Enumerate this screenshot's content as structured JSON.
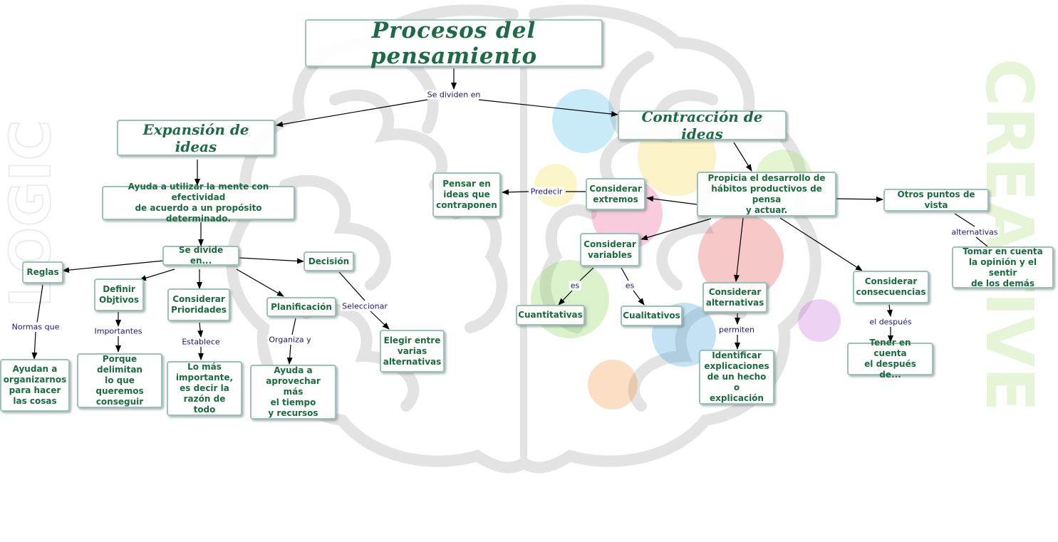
{
  "title": "Procesos del pensamiento",
  "link_labels": {
    "se_dividen_en": "Se dividen en",
    "normas_que": "Normas que",
    "importantes": "Importantes",
    "establece": "Establece",
    "organiza_y": "Organiza y",
    "seleccionar": "Seleccionar",
    "predecir": "Predecir",
    "es_left": "es",
    "es_right": "es",
    "permiten": "permiten",
    "el_despues": "el después",
    "alternativas": "alternativas"
  },
  "expansion": {
    "title": "Expansión de ideas",
    "ayuda": "Ayuda a utilizar la mente con efectividad\nde acuerdo a un propósito determinado.",
    "se_divide": "Se divide en...",
    "reglas": "Reglas",
    "reglas_detail": "Ayudan a\norganizarnos\npara hacer\nlas cosas",
    "definir": "Definir\nObjtivos",
    "definir_detail": "Porque\ndelimitan\nlo que queremos\nconseguir",
    "prioridades": "Considerar\nPrioridades",
    "prioridades_detail": "Lo más\nimportante,\nes decir la\nrazón de todo",
    "planificacion": "Planificación",
    "planificacion_detail": "Ayuda a\naprovechar más\nel tiempo\ny recursos",
    "decision": "Decisión",
    "decision_detail": "Elegir entre\nvarias\nalternativas"
  },
  "contraccion": {
    "title": "Contracción de ideas",
    "propicia": "Propicia el desarrollo de\nhábitos productivos de pensa\ny actuar.",
    "extremos": "Considerar\nextremos",
    "pensar": "Pensar en\nideas que\ncontraponen",
    "variables": "Considerar\nvariables",
    "cuantitativas": "Cuantitativas",
    "cualitativos": "Cualitativos",
    "alternativas": "Considerar\nalternativas",
    "identificar": "Identificar\nexplicaciones\nde un hecho o\nexplicación",
    "consecuencias": "Considerar\nconsecuencias",
    "tener": "Tener en cuenta\nel después de...",
    "otros": "Otros puntos de vista",
    "tomar": "Tomar en cuenta\nla opinión y el sentir\nde los demás"
  },
  "background": {
    "left_word": "LOGIC",
    "right_word": "CREATIVE"
  },
  "colors": {
    "node_text": "#1d6b3e",
    "node_border": "#9fc0b8",
    "label_text": "#1a1a6e",
    "arrow": "#000000"
  }
}
